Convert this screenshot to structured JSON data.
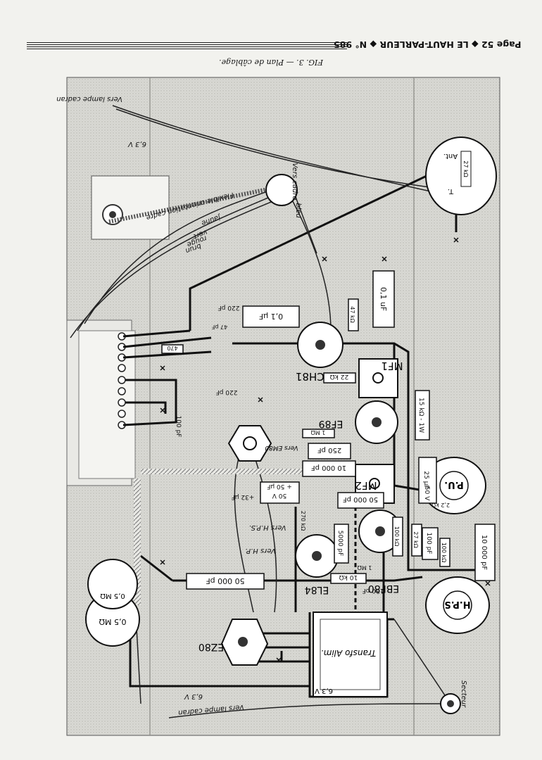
{
  "header": {
    "text": "Page 52 ◆ LE HAUT-PARLEUR ◆ N° 985"
  },
  "caption": "FIG. 3. — Plan de câblage.",
  "tubes": {
    "ech81": "ECH81",
    "ef89": "EF89",
    "ebf80": "EBF80",
    "el84": "EL84",
    "ez80": "EZ80",
    "em": "Vers EM80"
  },
  "transformers": {
    "mf1": "MF1",
    "mf2": "MF2",
    "alim": "Transfo Alim.",
    "alim_v": "6,3 V"
  },
  "components": {
    "c_0_1uF_top": "0,1 uF",
    "c_0_1uF": "0,1 µF",
    "c_10000pF_a": "10 000 pF",
    "c_10000pF_b": "10 000 pF",
    "c_50000pF_a": "50 000 pF",
    "c_50000pF_b": "50 000 pF",
    "c_250pF": "250 pF",
    "c_5000pF": "5000 pF",
    "c_100pF": "100 pF",
    "c_100pF_b": "100 pF",
    "c_220pF": "220 pF",
    "c_220pF_b": "220 pF",
    "c_150pF": "150 pF",
    "c_47pF": "47 pF",
    "c_32uF": "+32 µF",
    "c_50uF": "+ 50 µF",
    "c_50V": "50 V",
    "c_25uF": "25 µF",
    "c_25V": "50 V",
    "r_22k": "22 kΩ",
    "r_15k": "15 kΩ - 1W",
    "r_47k": "47 kΩ",
    "r_27k": "27 kΩ",
    "r_10k": "10 kΩ",
    "r_1M": "1 MΩ",
    "r_2_2k": "2,2 kΩ",
    "r_270k": "270 kΩ",
    "r_100k": "100 kΩ",
    "r_470": "470",
    "r_100kb": "100 kΩ",
    "r_1M_b": "1 MΩ"
  },
  "jacks": {
    "pu": "P.U.",
    "hps": "H.P.S",
    "ant": "Ant.",
    "t": "T."
  },
  "pots": {
    "p1": "0,5 MΩ",
    "p2": "0,5 MΩ"
  },
  "wire_labels": {
    "vers_cadre": "Vers cadre",
    "flexible": "Flexible orientation cadre",
    "vers_lampe_cadran_top": "Vers lampe cadran",
    "v_6_3": "6,3 V",
    "vers_lampe_cadran_bot": "Vers lampe cadran",
    "v_6_3_bot": "6,3 V",
    "secteur": "Secteur",
    "bleu": "bleu",
    "jaune": "jaune",
    "vert": "vert",
    "rouge": "rouge",
    "brun": "brun",
    "vers_hp": "Vers H.P.",
    "vers_hps": "Vers H.P.S."
  }
}
